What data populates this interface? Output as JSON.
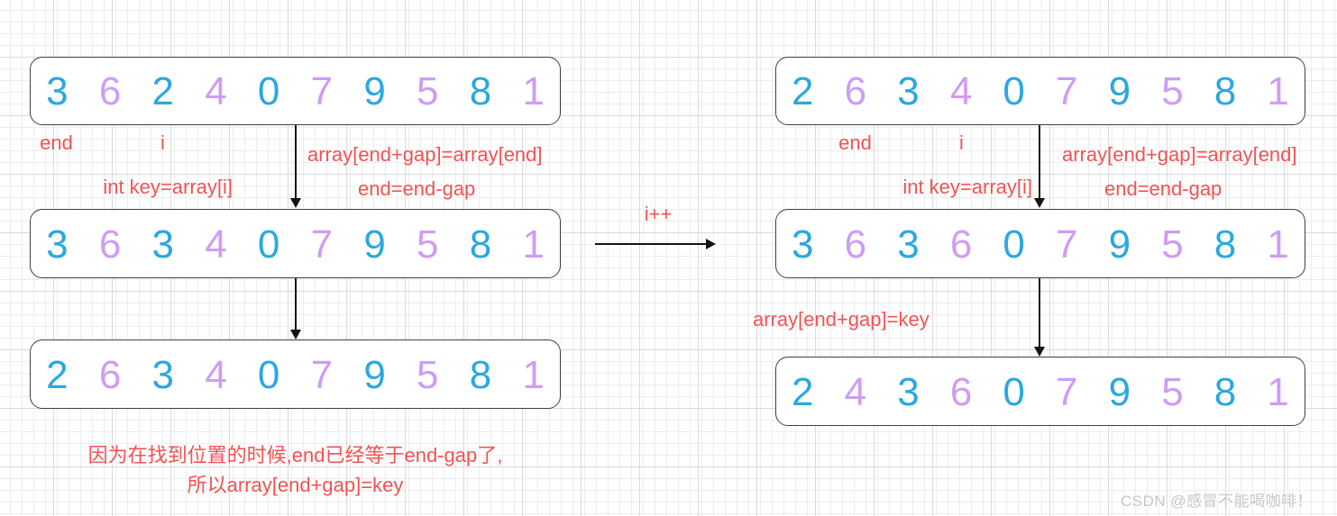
{
  "colors": {
    "digit_blue": "#2aa8e0",
    "digit_purple": "#cf9cf5",
    "annotation_red": "#f25353",
    "arrow_black": "#141414",
    "box_border": "#3f3f3f",
    "watermark_gray": "#c6c6c6"
  },
  "left": {
    "array_top": [
      "3",
      "6",
      "2",
      "4",
      "0",
      "7",
      "9",
      "5",
      "8",
      "1"
    ],
    "array_middle": [
      "3",
      "6",
      "3",
      "4",
      "0",
      "7",
      "9",
      "5",
      "8",
      "1"
    ],
    "array_bottom": [
      "2",
      "6",
      "3",
      "4",
      "0",
      "7",
      "9",
      "5",
      "8",
      "1"
    ],
    "label_end": "end",
    "label_i": "i",
    "annotation_assign": "array[end+gap]=array[end]",
    "annotation_key_init": "int key=array[i]",
    "annotation_decrement": "end=end-gap",
    "note_line1": "因为在找到位置的时候,end已经等于end-gap了,",
    "note_line2": "所以array[end+gap]=key"
  },
  "transition": {
    "label": "i++"
  },
  "right": {
    "array_top": [
      "2",
      "6",
      "3",
      "4",
      "0",
      "7",
      "9",
      "5",
      "8",
      "1"
    ],
    "array_middle": [
      "3",
      "6",
      "3",
      "6",
      "0",
      "7",
      "9",
      "5",
      "8",
      "1"
    ],
    "array_bottom": [
      "2",
      "4",
      "3",
      "6",
      "0",
      "7",
      "9",
      "5",
      "8",
      "1"
    ],
    "label_end": "end",
    "label_i": "i",
    "annotation_assign": "array[end+gap]=array[end]",
    "annotation_key_init": "int key=array[i]",
    "annotation_decrement": "end=end-gap",
    "annotation_final": "array[end+gap]=key"
  },
  "watermark": "CSDN @感冒不能喝咖啡！"
}
